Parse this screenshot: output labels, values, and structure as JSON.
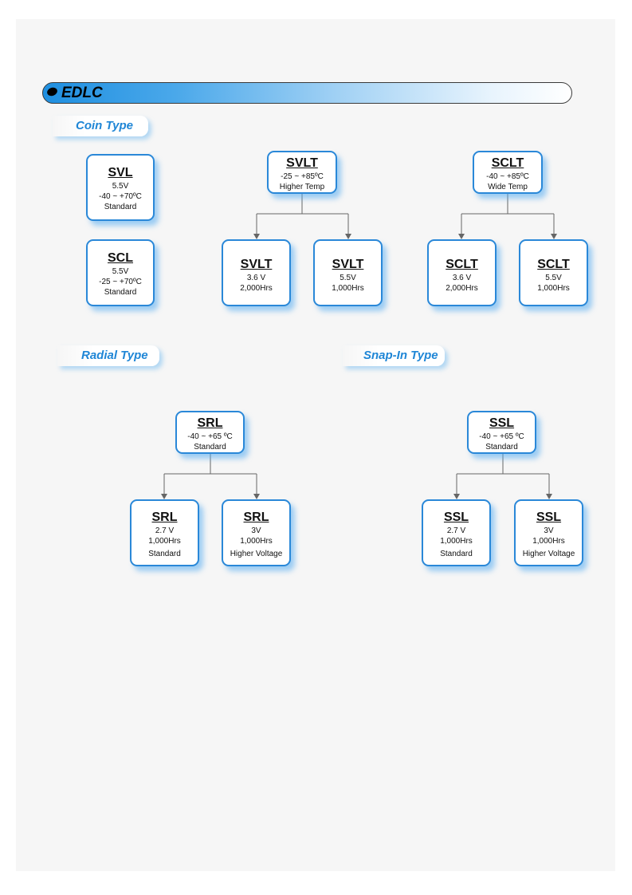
{
  "banner": {
    "title": "EDLC"
  },
  "sections": {
    "coin": "Coin Type",
    "radial": "Radial Type",
    "snap": "Snap-In Type"
  },
  "nodes": {
    "svl": {
      "name": "SVL",
      "lines": [
        "5.5V",
        "-40 ~ +70ºC",
        "Standard"
      ]
    },
    "scl": {
      "name": "SCL",
      "lines": [
        "5.5V",
        "-25 ~ +70ºC",
        "Standard"
      ]
    },
    "svlt_parent": {
      "name": "SVLT",
      "lines": [
        "-25 ~ +85ºC",
        "Higher Temp"
      ]
    },
    "svlt_a": {
      "name": "SVLT",
      "lines": [
        "3.6 V",
        "2,000Hrs"
      ]
    },
    "svlt_b": {
      "name": "SVLT",
      "lines": [
        "5.5V",
        "1,000Hrs"
      ]
    },
    "sclt_parent": {
      "name": "SCLT",
      "lines": [
        "-40 ~ +85ºC",
        "Wide Temp"
      ]
    },
    "sclt_a": {
      "name": "SCLT",
      "lines": [
        "3.6 V",
        "2,000Hrs"
      ]
    },
    "sclt_b": {
      "name": "SCLT",
      "lines": [
        "5.5V",
        "1,000Hrs"
      ]
    },
    "srl_parent": {
      "name": "SRL",
      "lines": [
        "-40 ~ +65 ºC",
        "Standard"
      ]
    },
    "srl_a": {
      "name": "SRL",
      "lines": [
        "2.7 V",
        "1,000Hrs",
        "Standard"
      ]
    },
    "srl_b": {
      "name": "SRL",
      "lines": [
        "3V",
        "1,000Hrs",
        "Higher Voltage"
      ]
    },
    "ssl_parent": {
      "name": "SSL",
      "lines": [
        "-40 ~ +65 ºC",
        "Standard"
      ]
    },
    "ssl_a": {
      "name": "SSL",
      "lines": [
        "2.7 V",
        "1,000Hrs",
        "Standard"
      ]
    },
    "ssl_b": {
      "name": "SSL",
      "lines": [
        "3V",
        "1,000Hrs",
        "Higher Voltage"
      ]
    }
  },
  "colors": {
    "accent": "#1f86d6",
    "box_border": "#2a88d8",
    "connector": "#666666"
  }
}
